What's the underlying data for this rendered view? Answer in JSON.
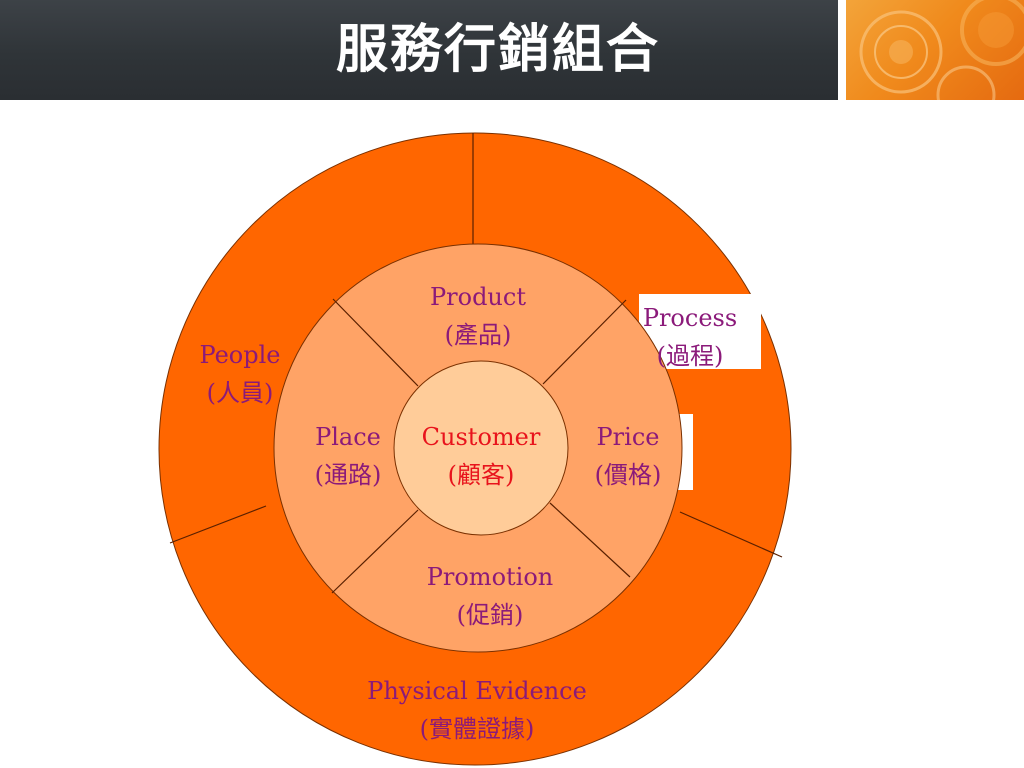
{
  "title": "服務行銷組合",
  "colors": {
    "outer_ring": "#ff6600",
    "middle_ring": "#ffa366",
    "center": "#ffcc99",
    "label_purple": "#8b1a7a",
    "label_red": "#e8131c",
    "title_bar": "#33383c",
    "accent_panel": "#f08a1c"
  },
  "diagram": {
    "center": {
      "en": "Customer",
      "zh": "(顧客)"
    },
    "middle_ring": [
      {
        "key": "product",
        "en": "Product",
        "zh": "(產品)"
      },
      {
        "key": "price",
        "en": "Price",
        "zh": "(價格)"
      },
      {
        "key": "promotion",
        "en": "Promotion",
        "zh": "(促銷)"
      },
      {
        "key": "place",
        "en": "Place",
        "zh": "(通路)"
      }
    ],
    "outer_ring": [
      {
        "key": "people",
        "en": "People",
        "zh": "(人員)"
      },
      {
        "key": "process",
        "en": "Process",
        "zh": "(過程)"
      },
      {
        "key": "physical_evidence",
        "en": "Physical Evidence",
        "zh": "(實體證據)"
      }
    ]
  }
}
